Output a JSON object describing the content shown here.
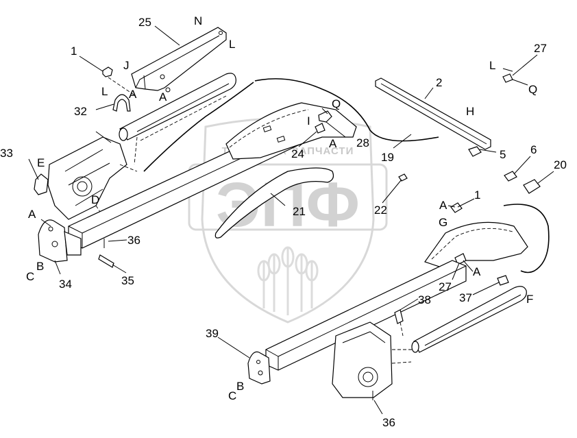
{
  "watermark": {
    "top_text": "ТЕХНИКА ★ ЗАПЧАСТИ",
    "big_text": "ЭПФ"
  },
  "labels": [
    {
      "id": "l-25",
      "text": "25"
    },
    {
      "id": "l-N",
      "text": "N"
    },
    {
      "id": "l-L-top",
      "text": "L"
    },
    {
      "id": "l-1-left",
      "text": "1"
    },
    {
      "id": "l-J",
      "text": "J"
    },
    {
      "id": "l-L-left",
      "text": "L"
    },
    {
      "id": "l-A-a",
      "text": "A"
    },
    {
      "id": "l-A-b",
      "text": "A"
    },
    {
      "id": "l-32",
      "text": "32"
    },
    {
      "id": "l-33",
      "text": "33"
    },
    {
      "id": "l-E",
      "text": "E"
    },
    {
      "id": "l-D",
      "text": "D"
    },
    {
      "id": "l-A-c",
      "text": "A"
    },
    {
      "id": "l-36-left",
      "text": "36"
    },
    {
      "id": "l-C-left",
      "text": "C"
    },
    {
      "id": "l-B-left",
      "text": "B"
    },
    {
      "id": "l-34",
      "text": "34"
    },
    {
      "id": "l-35",
      "text": "35"
    },
    {
      "id": "l-I",
      "text": "I"
    },
    {
      "id": "l-Q-mid",
      "text": "Q"
    },
    {
      "id": "l-A-d",
      "text": "A"
    },
    {
      "id": "l-28",
      "text": "28"
    },
    {
      "id": "l-24",
      "text": "24"
    },
    {
      "id": "l-21",
      "text": "21"
    },
    {
      "id": "l-22",
      "text": "22"
    },
    {
      "id": "l-2",
      "text": "2"
    },
    {
      "id": "l-H",
      "text": "H"
    },
    {
      "id": "l-19",
      "text": "19"
    },
    {
      "id": "l-5",
      "text": "5"
    },
    {
      "id": "l-27-top",
      "text": "27"
    },
    {
      "id": "l-L-right",
      "text": "L"
    },
    {
      "id": "l-Q-right",
      "text": "Q"
    },
    {
      "id": "l-6",
      "text": "6"
    },
    {
      "id": "l-20",
      "text": "20"
    },
    {
      "id": "l-A-e",
      "text": "A"
    },
    {
      "id": "l-1-right",
      "text": "1"
    },
    {
      "id": "l-G",
      "text": "G"
    },
    {
      "id": "l-27-mid",
      "text": "27"
    },
    {
      "id": "l-A-f",
      "text": "A"
    },
    {
      "id": "l-37",
      "text": "37"
    },
    {
      "id": "l-F",
      "text": "F"
    },
    {
      "id": "l-38",
      "text": "38"
    },
    {
      "id": "l-39",
      "text": "39"
    },
    {
      "id": "l-C-bottom",
      "text": "C"
    },
    {
      "id": "l-B-bottom",
      "text": "B"
    },
    {
      "id": "l-36-bottom",
      "text": "36"
    }
  ]
}
